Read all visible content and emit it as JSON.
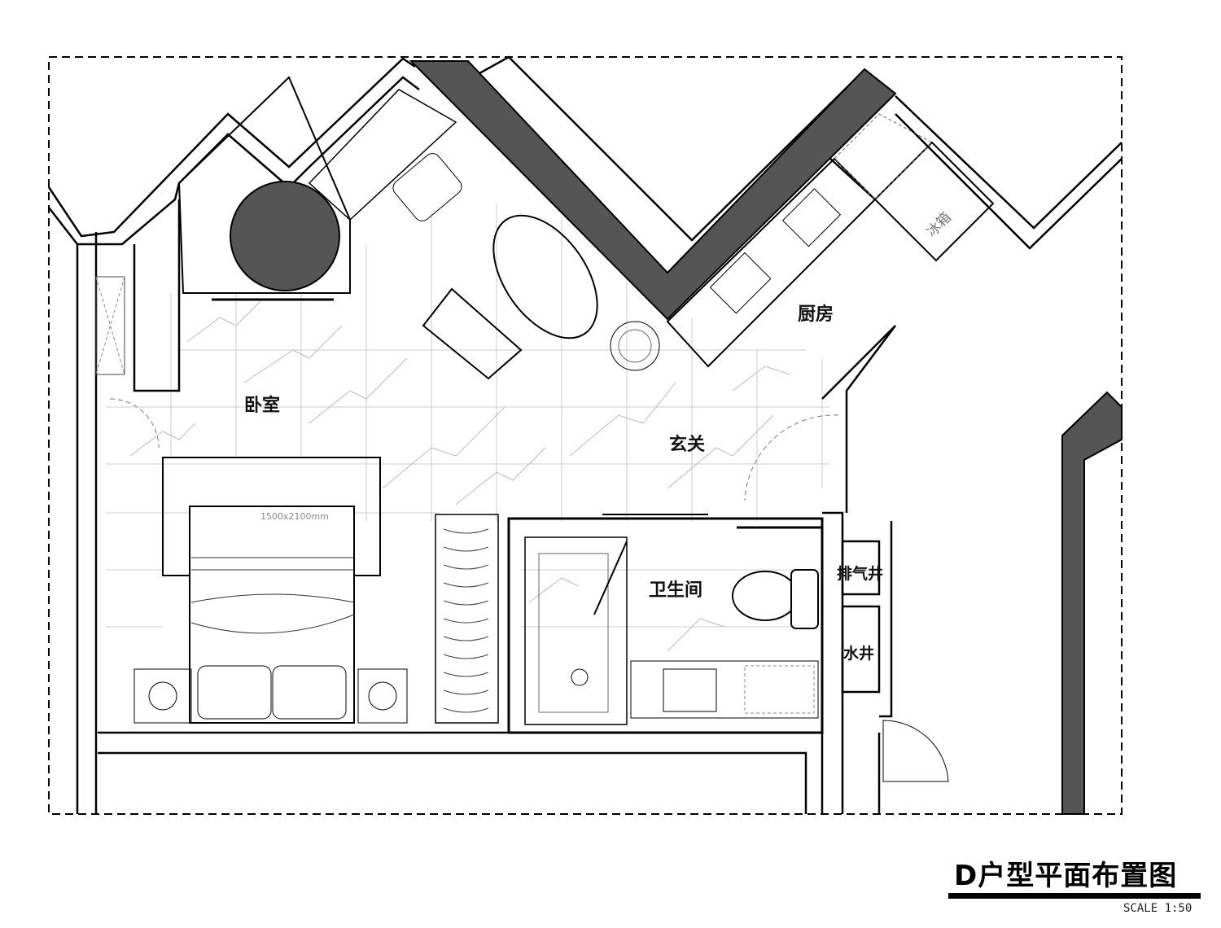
{
  "plan": {
    "title": "D户型平面布置图",
    "scale": "SCALE 1:50",
    "rooms": {
      "bedroom": "卧室",
      "entrance": "玄关",
      "kitchen": "厨房",
      "bathroom": "卫生间",
      "exhaust_shaft": "排气井",
      "water_shaft": "水井"
    },
    "bed_size": "1500x2100mm",
    "fridge": "冰箱"
  }
}
